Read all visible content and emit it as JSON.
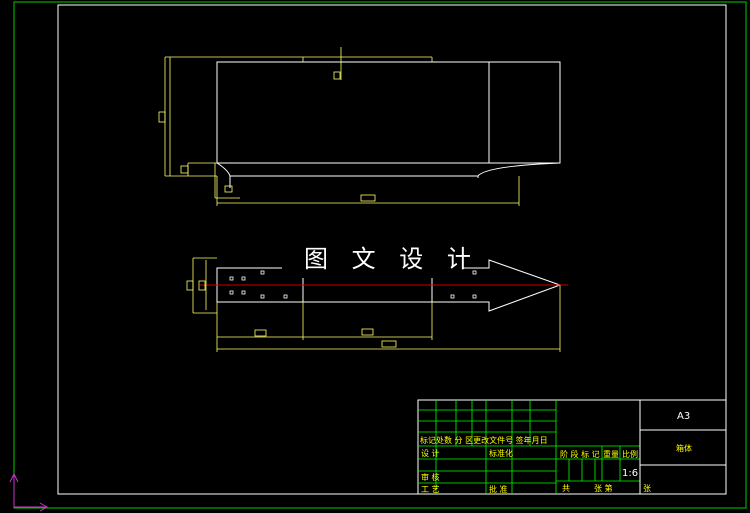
{
  "watermark": "图 文 设 计",
  "title_block": {
    "sheet_size": "A3",
    "part_name": "箱体",
    "scale": "1:6",
    "header_row": "标记处数 分 区更改文件号 签年月日",
    "design": "设 计",
    "standardize": "标准化",
    "review": "审 核",
    "process": "工 艺",
    "approve": "批 准",
    "stage_mark": "阶 段 标 记",
    "weight": "重量",
    "ratio": "比例",
    "total_sheets": "共",
    "sheet_no": "张 第",
    "sheet_suffix": "张"
  },
  "colors": {
    "background": "#000000",
    "outer_frame": "#ffffff",
    "drawing_lines": "#ffffff",
    "dimension_lines": "#ffff66",
    "border_green": "#00cc00",
    "title_grid": "#00ff00",
    "centerline": "#cc0000",
    "ucs_icon": "#cc33cc",
    "title_text": "#ffff00"
  }
}
